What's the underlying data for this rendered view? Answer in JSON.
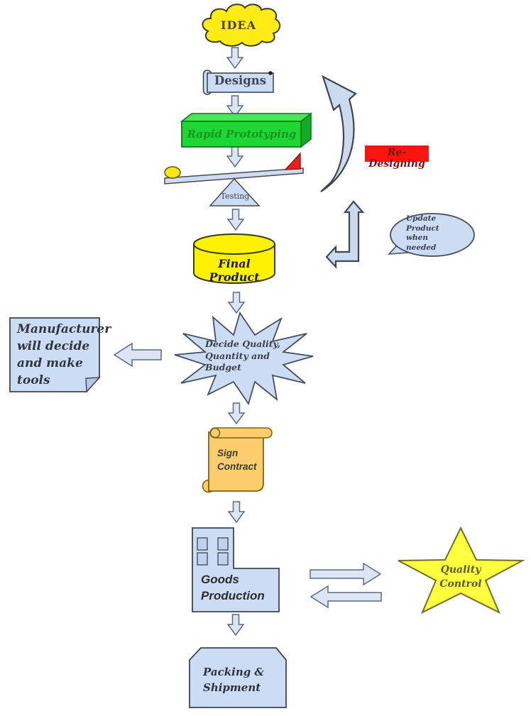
{
  "diagram": {
    "labels": {
      "idea": "IDEA",
      "designs": "Designs",
      "rapid_prototyping": "Rapid Prototyping",
      "testing": "Testing",
      "final_product": "Final Product",
      "re_designing": "Re-Designing",
      "update_product": "Update\nProduct\nwhen\nneeded",
      "decide_quality": "Decide Quality,\nQuantity and\nBudget",
      "manufacturer_note": "Manufacturer\nwill decide\nand make\ntools",
      "sign_contract": "Sign\nContract",
      "goods_production": "Goods\nProduction",
      "quality_control": "Quality\nControl",
      "packing_shipment": "Packing &\nShipment"
    },
    "colors": {
      "cloud_yellow": "#ffec14",
      "cylinder_yellow": "#fff200",
      "weight_yellow": "#ffe814",
      "star_yellow": "#ffff3d",
      "green_front": "#1fd637",
      "green_top": "#49e55b",
      "green_side": "#13aa28",
      "red_box": "#fb1511",
      "red_triangle": "#e8211c",
      "shape_blue": "#cddcf5",
      "loop_arrow_blue": "#ccdaef",
      "straight_arrow_blue": "#dbe5f4",
      "scroll_tan": "#fbcd6d",
      "window_blue": "#c0d2ee"
    }
  }
}
